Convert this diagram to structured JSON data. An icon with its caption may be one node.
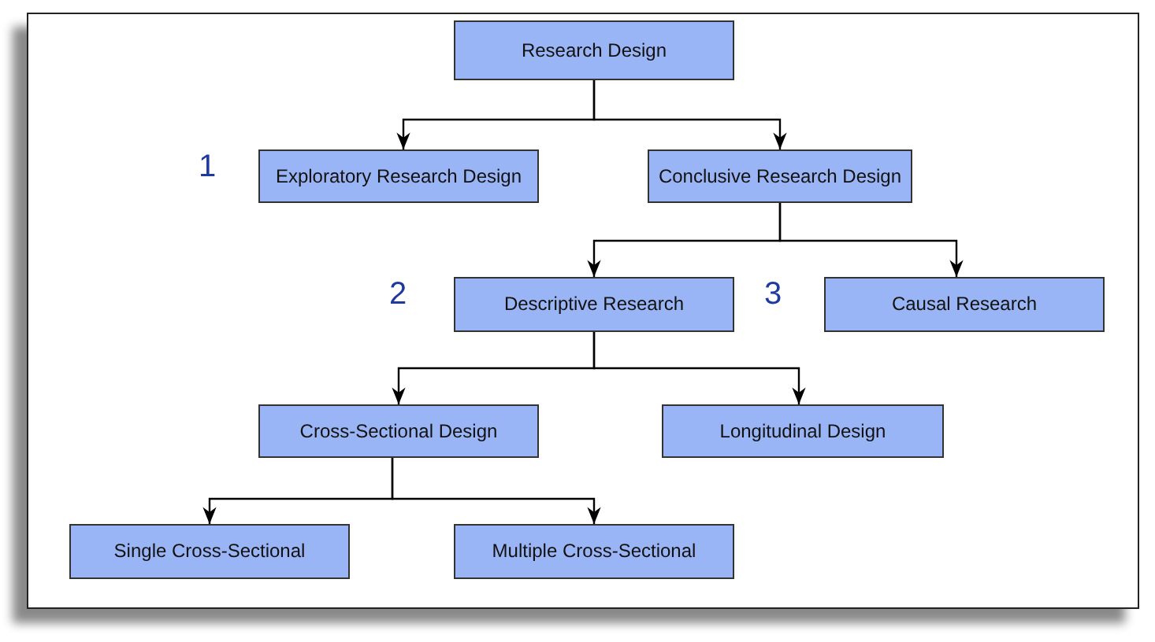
{
  "diagram": {
    "nodes": [
      {
        "text": [
          "Research Design"
        ]
      },
      {
        "text": [
          "Exploratory Research Design"
        ]
      },
      {
        "text": [
          "Conclusive Research Design"
        ]
      },
      {
        "text": [
          "Descriptive Research"
        ]
      },
      {
        "text": [
          "Causal Research"
        ]
      },
      {
        "text": [
          "Cross-Sectional Design"
        ]
      },
      {
        "text": [
          "Longitudinal Design"
        ]
      },
      {
        "text": [
          "Single Cross-Sectional"
        ]
      },
      {
        "text": [
          "Multiple Cross-Sectional"
        ]
      }
    ],
    "edges": [
      {
        "from": 0,
        "to": 1,
        "arrow": "to"
      },
      {
        "from": 0,
        "to": 2,
        "arrow": "to"
      },
      {
        "from": 2,
        "to": 3,
        "arrow": "to"
      },
      {
        "from": 2,
        "to": 4,
        "arrow": "to"
      },
      {
        "from": 3,
        "to": 5,
        "arrow": "to"
      },
      {
        "from": 3,
        "to": 6,
        "arrow": "to"
      },
      {
        "from": 5,
        "to": 7,
        "arrow": "to"
      },
      {
        "from": 5,
        "to": 8,
        "arrow": "to"
      }
    ],
    "labels": [
      "1",
      "2",
      "3"
    ]
  }
}
